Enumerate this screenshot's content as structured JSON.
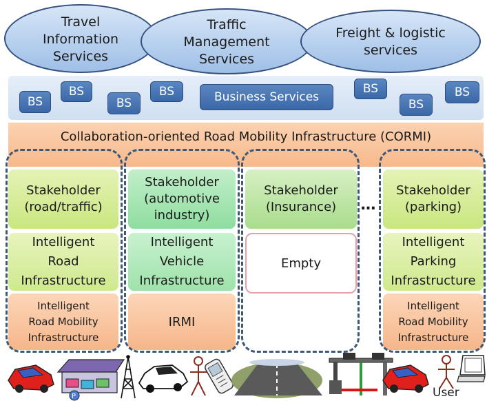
{
  "services": [
    {
      "line1": "Travel",
      "line2": "Information",
      "line3": "Services"
    },
    {
      "line1": "Traffic",
      "line2": "Management",
      "line3": "Services"
    },
    {
      "line1": "Freight & logistic",
      "line2": "services"
    }
  ],
  "business": {
    "bs_label": "BS",
    "main_label": "Business Services"
  },
  "cormi": {
    "label": "Collaboration-oriented Road Mobility Infrastructure (CORMI)"
  },
  "columns": [
    {
      "stakeholder": [
        "Stakeholder",
        "(road/traffic)"
      ],
      "infrastructure": [
        "Intelligent",
        "Road",
        "Infrastructure"
      ],
      "bottom": [
        "Intelligent",
        "Road Mobility",
        "Infrastructure"
      ]
    },
    {
      "stakeholder": [
        "Stakeholder",
        "(automotive",
        "industry)"
      ],
      "infrastructure": [
        "Intelligent",
        "Vehicle",
        "Infrastructure"
      ],
      "bottom": [
        "IRMI"
      ]
    },
    {
      "stakeholder": [
        "Stakeholder",
        "(Insurance)"
      ],
      "infrastructure": [
        "Empty"
      ]
    },
    {
      "stakeholder": [
        "Stakeholder",
        "(parking)"
      ],
      "infrastructure": [
        "Intelligent",
        "Parking",
        "Infrastructure"
      ],
      "bottom": [
        "Intelligent",
        "Road Mobility",
        "Infrastructure"
      ]
    }
  ],
  "ellipsis": "…",
  "footer": {
    "icons": [
      "red-car-icon",
      "parking-garage-icon",
      "antenna-tower-icon",
      "white-car-icon",
      "person-icon",
      "mobile-phone-icon",
      "road-icon",
      "toll-barrier-icon",
      "red-car-icon",
      "person-icon",
      "laptop-icon"
    ],
    "user_label": "User"
  },
  "colors": {
    "ellipse_border": "#35507e",
    "bs_box": "#3b68a8",
    "cormi": "#f7b98b",
    "stake_green": "#c9e67f",
    "stake_teal": "#8fdda0",
    "dash": "#3f5876",
    "empty_border": "#e0a3ad"
  }
}
